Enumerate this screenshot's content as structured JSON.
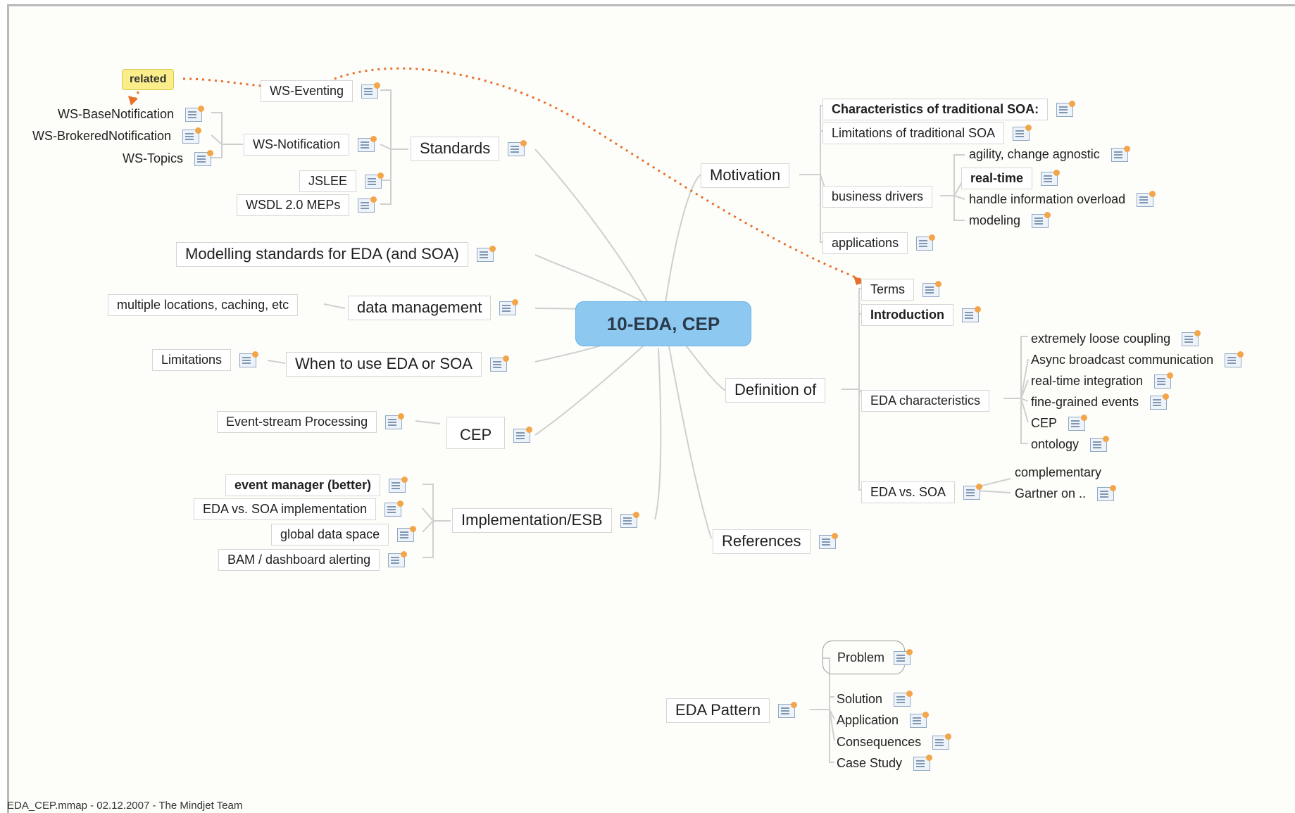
{
  "central": "10-EDA, CEP",
  "related_tag": "related",
  "footer": "EDA_CEP.mmap - 02.12.2007 - The Mindjet Team",
  "colors": {
    "central_fill": "#8cc8f0",
    "related_fill": "#fbee8a",
    "relation_line": "#e8702a",
    "connector": "#cfcfcf"
  },
  "nodes": {
    "ws_eventing": "WS-Eventing",
    "ws_basenotification": "WS-BaseNotification",
    "ws_brokerednotification": "WS-BrokeredNotification",
    "ws_topics": "WS-Topics",
    "ws_notification": "WS-Notification",
    "standards": "Standards",
    "jslee": "JSLEE",
    "wsdl": "WSDL 2.0 MEPs",
    "modelling": "Modelling standards for EDA (and SOA)",
    "multiple_locations": "multiple locations, caching, etc",
    "data_management": "data management",
    "limitations": "Limitations",
    "when_to_use": "When to use EDA or SOA",
    "event_stream": "Event-stream Processing",
    "cep": "CEP",
    "event_manager": "event manager (better)",
    "eda_vs_soa_impl": "EDA vs. SOA implementation",
    "global_data": "global data space",
    "bam": "BAM / dashboard alerting",
    "implementation": "Implementation/ESB",
    "characteristics_soa": "Characteristics of traditional SOA:",
    "limitations_soa": "Limitations of traditional SOA",
    "motivation": "Motivation",
    "agility": "agility, change agnostic",
    "real_time": "real-time",
    "business_drivers": "business drivers",
    "handle_info": "handle information overload",
    "modeling": "modeling",
    "applications": "applications",
    "terms": "Terms",
    "introduction": "Introduction",
    "loose_coupling": "extremely loose coupling",
    "async": "Async broadcast communication",
    "rt_integration": "real-time integration",
    "fine_grained": "fine-grained events",
    "cep2": "CEP",
    "ontology": "ontology",
    "definition": "Definition of",
    "eda_characteristics": "EDA characteristics",
    "complementary": "complementary",
    "eda_vs_soa": "EDA vs. SOA",
    "gartner": "Gartner on ..",
    "references": "References",
    "problem": "Problem",
    "eda_pattern": "EDA Pattern",
    "solution": "Solution",
    "application": "Application",
    "consequences": "Consequences",
    "case_study": "Case Study"
  }
}
